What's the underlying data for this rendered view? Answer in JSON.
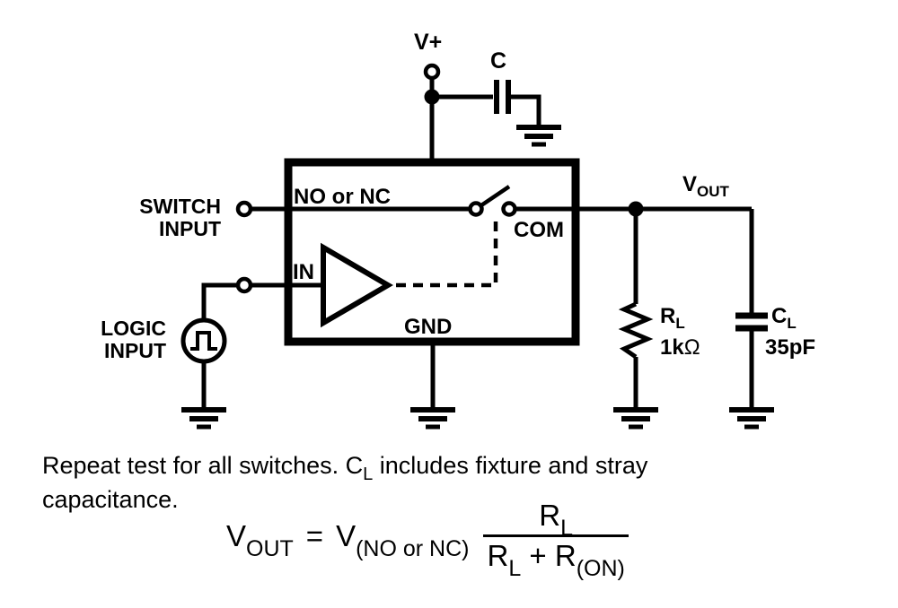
{
  "diagram": {
    "title_semantics": "switch test circuit schematic",
    "colors": {
      "ink": "#000000",
      "background": "#ffffff"
    },
    "power": {
      "v_plus": "V+",
      "bypass_cap": "C"
    },
    "left_labels": {
      "switch_input_line1": "SWITCH",
      "switch_input_line2": "INPUT",
      "logic_input_line1": "LOGIC",
      "logic_input_line2": "INPUT"
    },
    "device_box": {
      "no_or_nc": "NO or NC",
      "in_pin": "IN",
      "com_pin": "COM",
      "gnd_pin": "GND"
    },
    "output": {
      "vout_main": "V",
      "vout_sub": "OUT",
      "rl_main": "R",
      "rl_sub": "L",
      "rl_value_num": "1k",
      "rl_value_ohm": "Ω",
      "cl_main": "C",
      "cl_sub": "L",
      "cl_value": "35pF"
    },
    "note": {
      "line1_pre": "Repeat test for all switches. C",
      "line1_sub": "L",
      "line1_post": " includes fixture and stray",
      "line2": "capacitance."
    },
    "formula": {
      "lhs_main": "V",
      "lhs_sub": "OUT",
      "equals": "=",
      "rhs_main": "V",
      "rhs_sub": "(NO or NC)",
      "num_main": "R",
      "num_sub": "L",
      "den_r1_main": "R",
      "den_r1_sub": "L",
      "den_plus": "+",
      "den_r2_main": "R",
      "den_r2_sub": "(ON)"
    }
  }
}
